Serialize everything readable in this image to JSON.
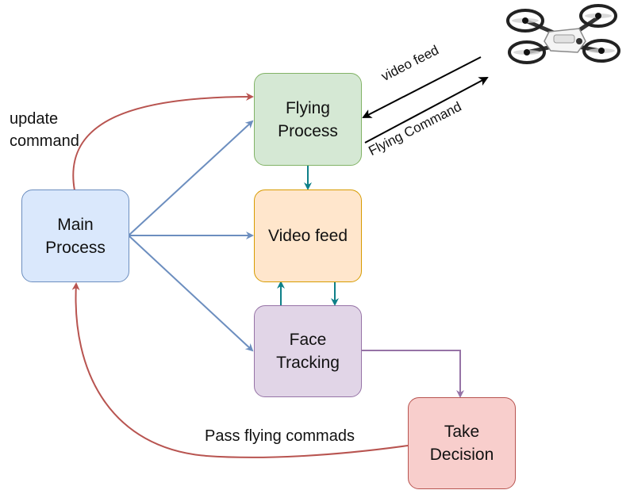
{
  "nodes": {
    "main_process": {
      "label": "Main\nProcess",
      "fill": "#dae8fc",
      "stroke": "#6c8ebf"
    },
    "flying_process": {
      "label": "Flying\nProcess",
      "fill": "#d5e8d4",
      "stroke": "#82b366"
    },
    "video_feed": {
      "label": "Video feed",
      "fill": "#ffe6cc",
      "stroke": "#d79b00"
    },
    "face_tracking": {
      "label": "Face\nTracking",
      "fill": "#e1d5e7",
      "stroke": "#9673a6"
    },
    "take_decision": {
      "label": "Take\nDecision",
      "fill": "#f8cecc",
      "stroke": "#b85450"
    }
  },
  "edge_labels": {
    "update_command": "update\ncommand",
    "pass_flying": "Pass flying commads",
    "video_feed": "video feed",
    "flying_command": "Flying Command"
  },
  "colors": {
    "blue_edge": "#6c8ebf",
    "red_edge": "#b85450",
    "teal_edge": "#0e8088",
    "purple_edge": "#9673a6",
    "black_edge": "#000000"
  },
  "drone": {
    "icon": "drone-icon"
  }
}
